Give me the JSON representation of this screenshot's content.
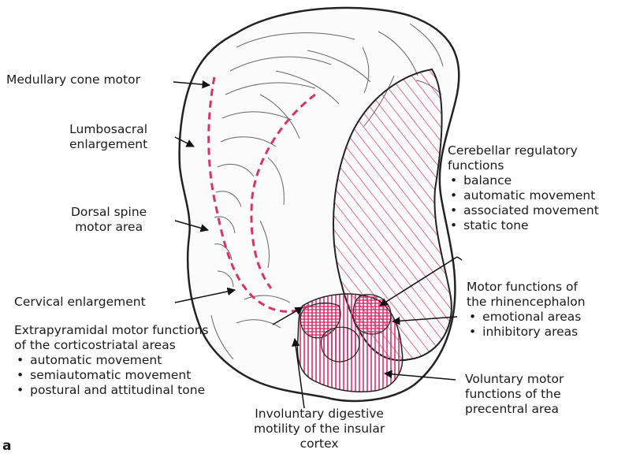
{
  "labels": {
    "medullary": "Medullary cone motor",
    "lumbosacral": [
      "Lumbosacral",
      "enlargement"
    ],
    "dorsal": [
      "Dorsal spine",
      "motor area"
    ],
    "cervical": "Cervical enlargement",
    "extrapyramidal": {
      "title": [
        "Extrapyramidal motor functions",
        "of the corticostriatal areas"
      ],
      "bullets": [
        "automatic movement",
        "semiautomatic movement",
        "postural and attitudinal tone"
      ]
    },
    "insular": [
      "Involuntary digestive",
      "motility of the insular",
      "cortex"
    ],
    "cerebellar": {
      "title": [
        "Cerebellar regulatory",
        "functions"
      ],
      "bullets": [
        "balance",
        "automatic movement",
        "associated movement",
        "static tone"
      ]
    },
    "rhinencephalon": {
      "title": [
        "Motor functions of",
        "the rhinencephalon"
      ],
      "bullets": [
        "emotional areas",
        "inhibitory areas"
      ]
    },
    "voluntary": [
      "Voluntary motor",
      "functions of the",
      "precentral area"
    ]
  },
  "panel_label": "a",
  "colors": {
    "pink": "#d6336c",
    "outline": "#222222",
    "text": "#1a1a1a"
  }
}
